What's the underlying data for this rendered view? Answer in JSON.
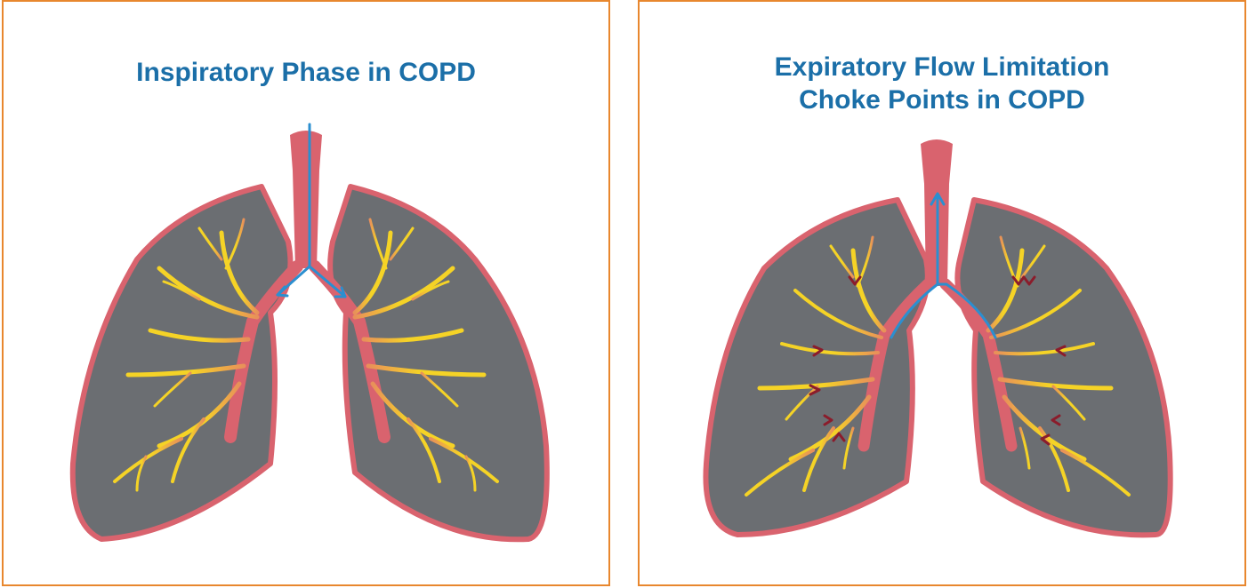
{
  "panels": [
    {
      "title_lines": [
        "Inspiratory Phase in COPD"
      ]
    },
    {
      "title_lines": [
        "Expiratory Flow Limitation",
        "Choke Points in COPD"
      ]
    }
  ],
  "colors": {
    "border": "#e8872e",
    "title": "#1b6fa8",
    "lung_fill": "#6b6e72",
    "lung_outline": "#d9636e",
    "airway": "#d9636e",
    "bronchi": "#f5d326",
    "airflow_arrow": "#2b8fd0",
    "choke_arrow": "#8b1c2b"
  }
}
